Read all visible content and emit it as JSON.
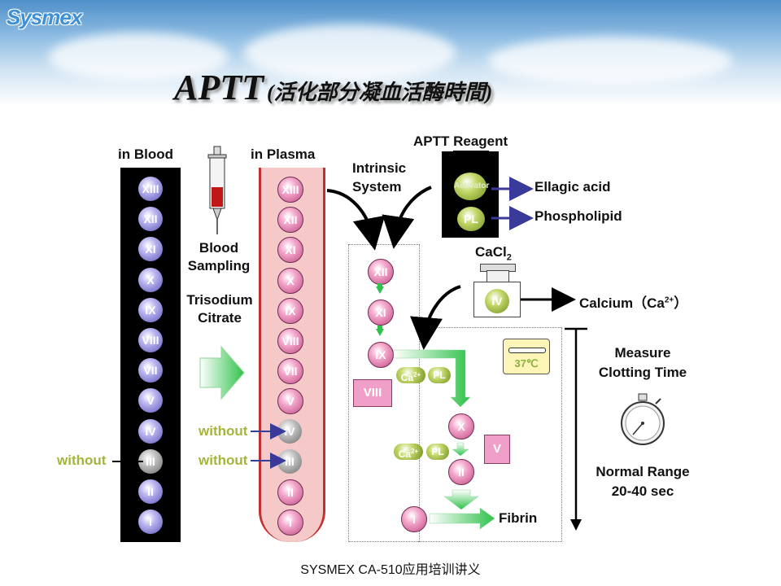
{
  "brand": "Sysmex",
  "title": {
    "main": "APTT",
    "paren": "(活化部分凝血活酶時間)"
  },
  "labels": {
    "in_blood": "in Blood",
    "in_plasma": "in Plasma",
    "blood_sampling": "Blood\nSampling",
    "trisodium": "Trisodium\nCitrate",
    "intrinsic": "Intrinsic\nSystem",
    "aptt_reagent": "APTT Reagent",
    "ellagic": "Ellagic acid",
    "phospholipid": "Phospholipid",
    "cacl2": "CaCl",
    "cacl2_sub": "2",
    "calcium": "Calcium（Ca",
    "calcium_sup": "2+",
    "calcium_close": "）",
    "measure": "Measure\nClotting Time",
    "normal": "Normal Range\n20-40 sec",
    "fibrin": "Fibrin",
    "without_1": "without",
    "without_2": "without",
    "without_3": "without",
    "temp": "37℃",
    "activator": "Activator",
    "pl": "PL",
    "ca": "Ca",
    "ca_sup": "2+",
    "viii": "VIII",
    "v": "V"
  },
  "factors": [
    "XIII",
    "XII",
    "XI",
    "X",
    "IX",
    "VIII",
    "VII",
    "V",
    "IV",
    "III",
    "II",
    "I"
  ],
  "cascade": {
    "xii": "XII",
    "xi": "XI",
    "ix": "IX",
    "x": "X",
    "ii": "II",
    "i": "I",
    "iv": "IV"
  },
  "footer": "SYSMEX CA-510应用培训讲义",
  "colors": {
    "arrow_blue": "#3a3a9a",
    "green": "#2fc24a",
    "olive": "#a6b43a",
    "tube_red": "#c03030"
  }
}
